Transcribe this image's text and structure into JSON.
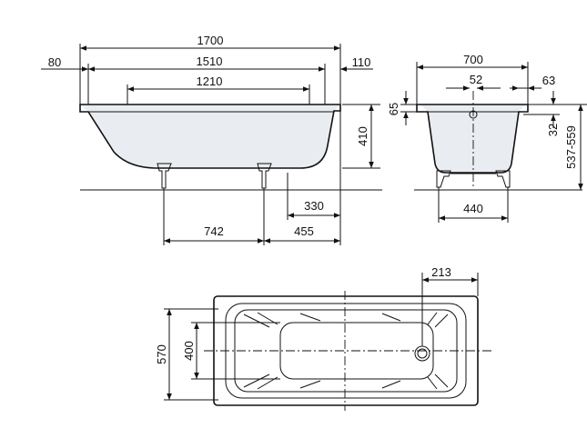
{
  "side_view": {
    "dims": {
      "overall_length": "1700",
      "flange_left": "80",
      "inner_length": "1510",
      "flange_right": "110",
      "bottom_length": "1210",
      "height": "410",
      "drain_offset": "330",
      "feet_spacing": "742",
      "foot_offset": "455"
    }
  },
  "end_view": {
    "dims": {
      "width": "700",
      "drain_dia": "52",
      "rim": "63",
      "flange_depth": "65",
      "overflow": "32",
      "height_range": "537-559",
      "feet_width": "440"
    }
  },
  "top_view": {
    "dims": {
      "drain_from_edge": "213",
      "overall_width": "570",
      "inner_width": "400"
    }
  },
  "colors": {
    "line": "#111111",
    "tub_fill": "#e9edf1"
  }
}
